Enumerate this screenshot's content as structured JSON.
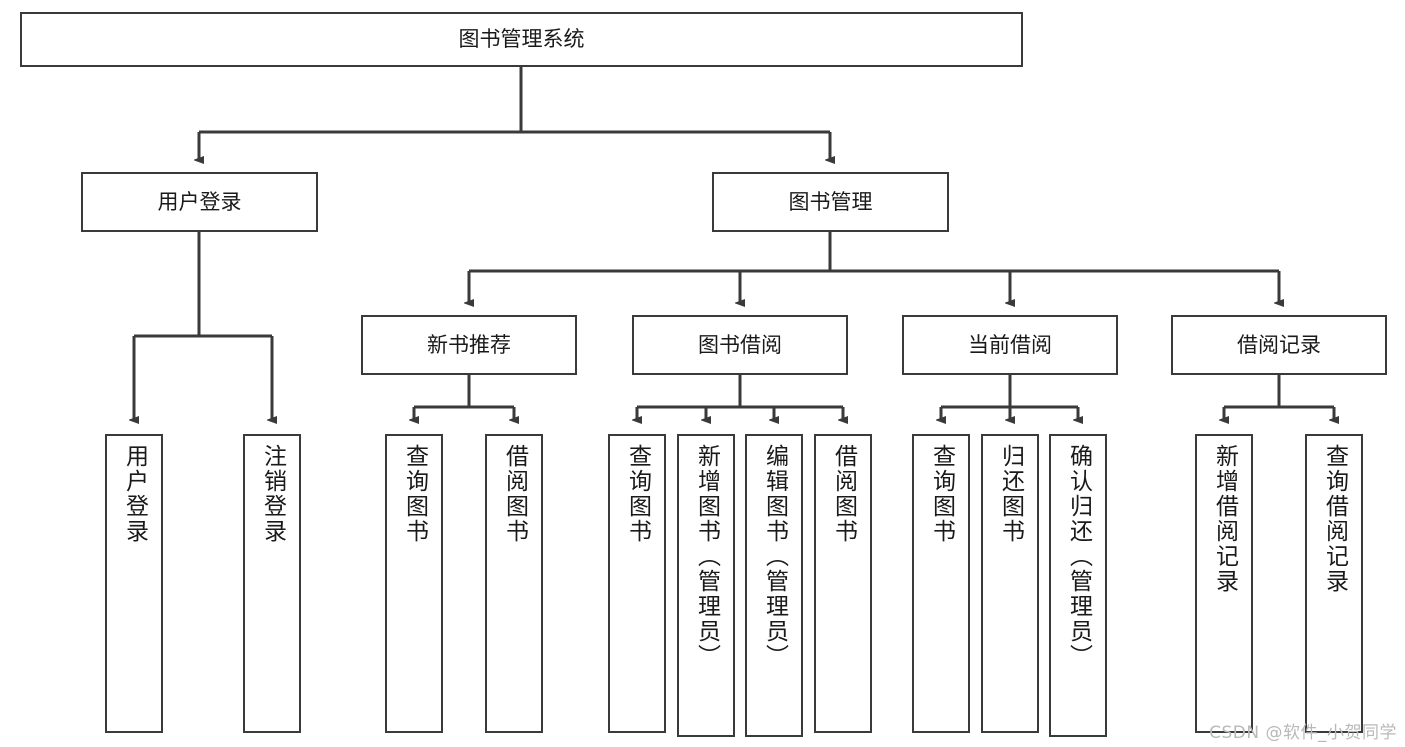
{
  "diagram": {
    "type": "tree-hierarchy",
    "title": "图书管理系统",
    "root": {
      "id": "root",
      "label": "图书管理系统"
    },
    "level1": [
      {
        "id": "user-login",
        "label": "用户登录"
      },
      {
        "id": "book-management",
        "label": "图书管理"
      }
    ],
    "level2": [
      {
        "id": "new-book-recommend",
        "label": "新书推荐",
        "parent": "book-management"
      },
      {
        "id": "book-borrow",
        "label": "图书借阅",
        "parent": "book-management"
      },
      {
        "id": "current-borrow",
        "label": "当前借阅",
        "parent": "book-management"
      },
      {
        "id": "borrow-record",
        "label": "借阅记录",
        "parent": "book-management"
      }
    ],
    "leaves": [
      {
        "id": "leaf-user-login",
        "label": "用户登录",
        "parent": "user-login"
      },
      {
        "id": "leaf-logout-login",
        "label": "注销登录",
        "parent": "user-login"
      },
      {
        "id": "leaf-query-book-1",
        "label": "查询图书",
        "parent": "new-book-recommend"
      },
      {
        "id": "leaf-borrow-book-1",
        "label": "借阅图书",
        "parent": "new-book-recommend"
      },
      {
        "id": "leaf-query-book-2",
        "label": "查询图书",
        "parent": "book-borrow"
      },
      {
        "id": "leaf-add-book",
        "label": "新增图书（管理员）",
        "parent": "book-borrow"
      },
      {
        "id": "leaf-edit-book",
        "label": "编辑图书（管理员）",
        "parent": "book-borrow"
      },
      {
        "id": "leaf-borrow-book-2",
        "label": "借阅图书",
        "parent": "book-borrow"
      },
      {
        "id": "leaf-query-book-3",
        "label": "查询图书",
        "parent": "current-borrow"
      },
      {
        "id": "leaf-return-book",
        "label": "归还图书",
        "parent": "current-borrow"
      },
      {
        "id": "leaf-confirm-return",
        "label": "确认归还（管理员）",
        "parent": "current-borrow"
      },
      {
        "id": "leaf-add-record",
        "label": "新增借阅记录",
        "parent": "borrow-record"
      },
      {
        "id": "leaf-query-record",
        "label": "查询借阅记录",
        "parent": "borrow-record"
      }
    ],
    "colors": {
      "border": "#3a3a3a",
      "background": "#ffffff",
      "text": "#1a1a1a",
      "watermark": "#b9b9b9"
    }
  },
  "watermark": {
    "text": "CSDN @软件_小贺同学"
  }
}
